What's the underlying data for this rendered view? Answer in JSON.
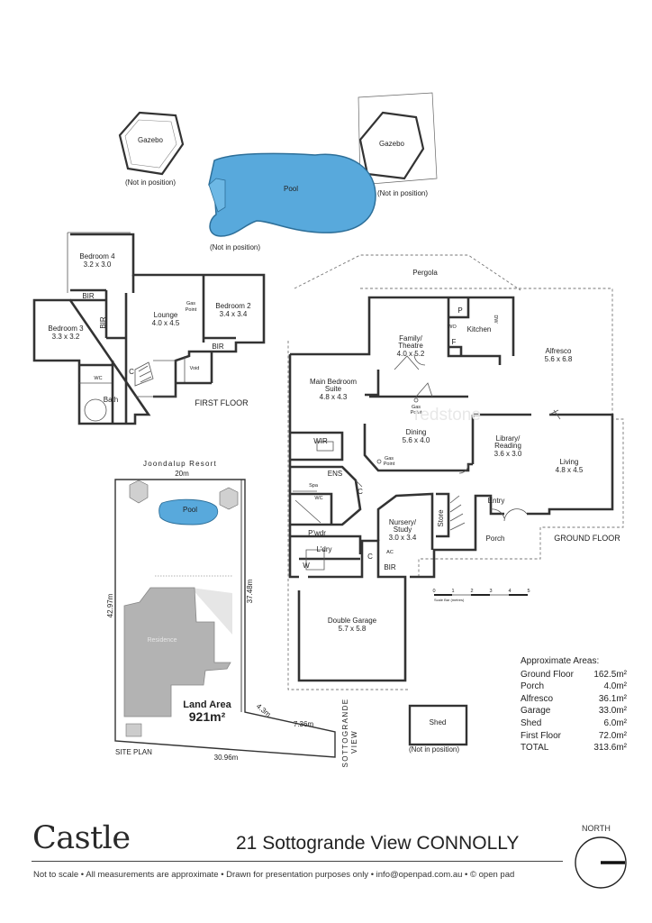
{
  "rooms": {
    "gazebo_1": "Gazebo",
    "gazebo_2": "Gazebo",
    "pool": "Pool",
    "not_in_position": "(Not in position)",
    "bedroom4": "Bedroom 4",
    "bedroom4_dim": "3.2 x 3.0",
    "bedroom3": "Bedroom 3",
    "bedroom3_dim": "3.3 x 3.2",
    "lounge": "Lounge",
    "lounge_dim": "4.0 x 4.5",
    "bedroom2": "Bedroom 2",
    "bedroom2_dim": "3.4 x 3.4",
    "bir": "BIR",
    "wc": "WC",
    "bath": "Bath",
    "c": "C",
    "void": "Void",
    "gas_point_1": "Gas",
    "gas_point_2": "Point",
    "first_floor": "FIRST FLOOR",
    "pergola": "Pergola",
    "family": "Family/",
    "theatre": "Theatre",
    "family_dim": "4.0 x 5.2",
    "p": "P",
    "wo": "WO",
    "f": "F",
    "dw": "DW",
    "kitchen": "Kitchen",
    "alfresco": "Alfresco",
    "alfresco_dim": "5.6 x 6.8",
    "main_bed_1": "Main Bedroom",
    "main_bed_2": "Suite",
    "main_bed_dim": "4.8 x 4.3",
    "wir": "WIR",
    "dining": "Dining",
    "dining_dim": "5.6 x 4.0",
    "library_1": "Library/",
    "library_2": "Reading",
    "library_dim": "3.6 x 3.0",
    "living": "Living",
    "living_dim": "4.8 x 4.5",
    "ens": "ENS",
    "spa": "Spa",
    "pwdr": "P'wdr",
    "nursery_1": "Nursery/",
    "nursery_2": "Study",
    "nursery_dim": "3.0 x 3.4",
    "store": "Store",
    "entry": "Entry",
    "porch": "Porch",
    "ldry": "L'dry",
    "w": "W",
    "ac": "AC",
    "ground_floor": "GROUND FLOOR",
    "double_garage": "Double Garage",
    "garage_dim": "5.7 x 5.8",
    "shed": "Shed",
    "scale_bar": "Scale Bar (metres)",
    "scale_ticks": [
      "0",
      "1",
      "2",
      "3",
      "4",
      "5"
    ],
    "watermark": "redstone"
  },
  "site_plan": {
    "resort": "Joondalup Resort",
    "top_dim": "20m",
    "left_dim": "42.97m",
    "right_dim": "37.48m",
    "bottom_dim": "30.96m",
    "short_dim_1": "4.3m",
    "short_dim_2": "7.36m",
    "residence": "Residence",
    "pool": "Pool",
    "land_area_label": "Land Area",
    "land_area_value": "921m²",
    "street_1": "SOTTOGRANDE",
    "street_2": "VIEW",
    "title": "SITE PLAN"
  },
  "areas": {
    "title": "Approximate Areas:",
    "rows": [
      {
        "name": "Ground Floor",
        "value": "162.5m²"
      },
      {
        "name": "Porch",
        "value": "4.0m²"
      },
      {
        "name": "Alfresco",
        "value": "36.1m²"
      },
      {
        "name": "Garage",
        "value": "33.0m²"
      },
      {
        "name": "Shed",
        "value": "6.0m²"
      },
      {
        "name": "First Floor",
        "value": "72.0m²"
      },
      {
        "name": "TOTAL",
        "value": "313.6m²"
      }
    ]
  },
  "footer": {
    "brand": "Castle",
    "address": "21 Sottogrande View CONNOLLY",
    "disclaimer": "Not to scale  •  All measurements are approximate  •  Drawn for presentation purposes only  •  info@openpad.com.au  •  © open pad",
    "north": "NORTH"
  },
  "colors": {
    "pool_fill": "#58a9dc",
    "wall": "#333333",
    "residence_fill": "#b3b3b3"
  }
}
